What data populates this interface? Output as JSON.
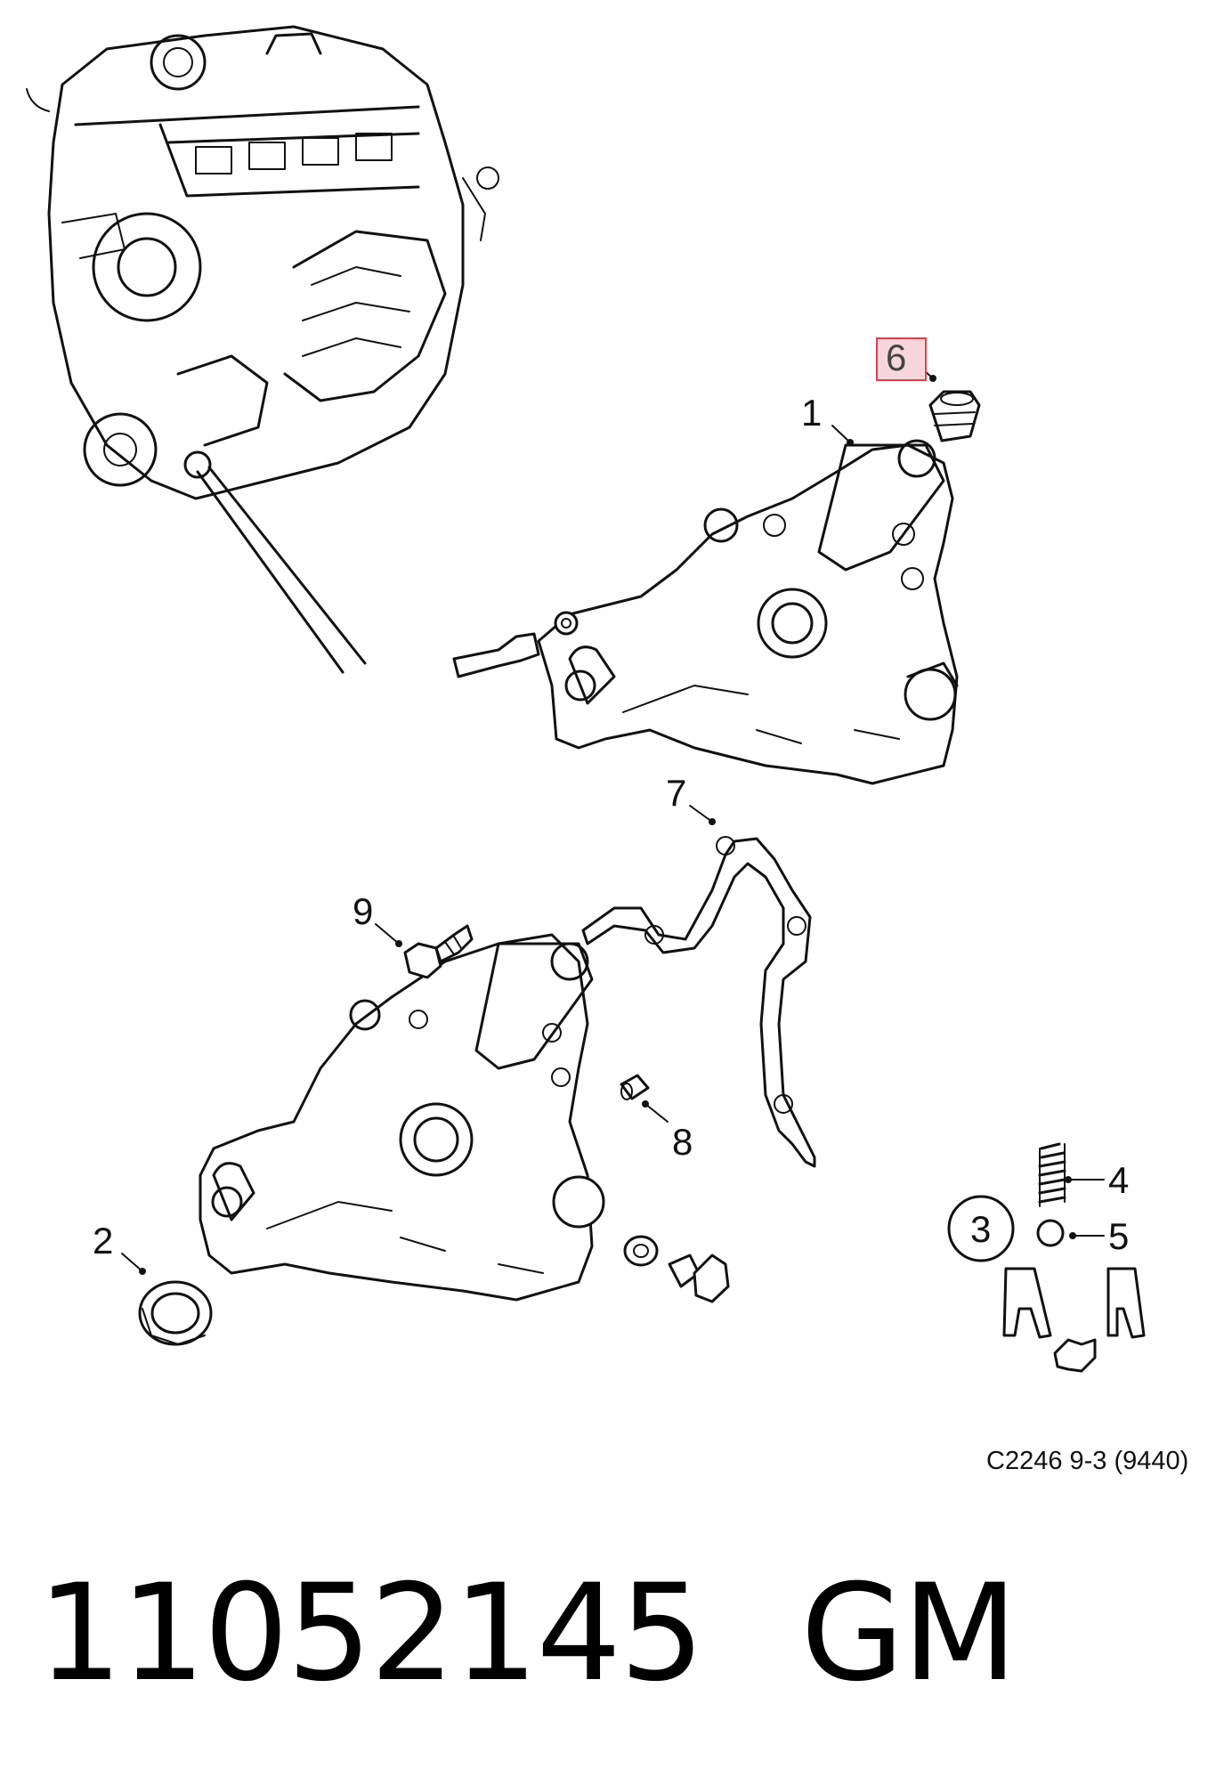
{
  "callouts": {
    "c1": "1",
    "c2": "2",
    "c3": "3",
    "c4": "4",
    "c5": "5",
    "c6": "6",
    "c7": "7",
    "c8": "8",
    "c9": "9"
  },
  "highlight_color": "#f6d6dc",
  "highlight_border": "#e0404a",
  "reference": "C2246 9-3 (9440)",
  "part_number": "11052145",
  "brand": "GM"
}
